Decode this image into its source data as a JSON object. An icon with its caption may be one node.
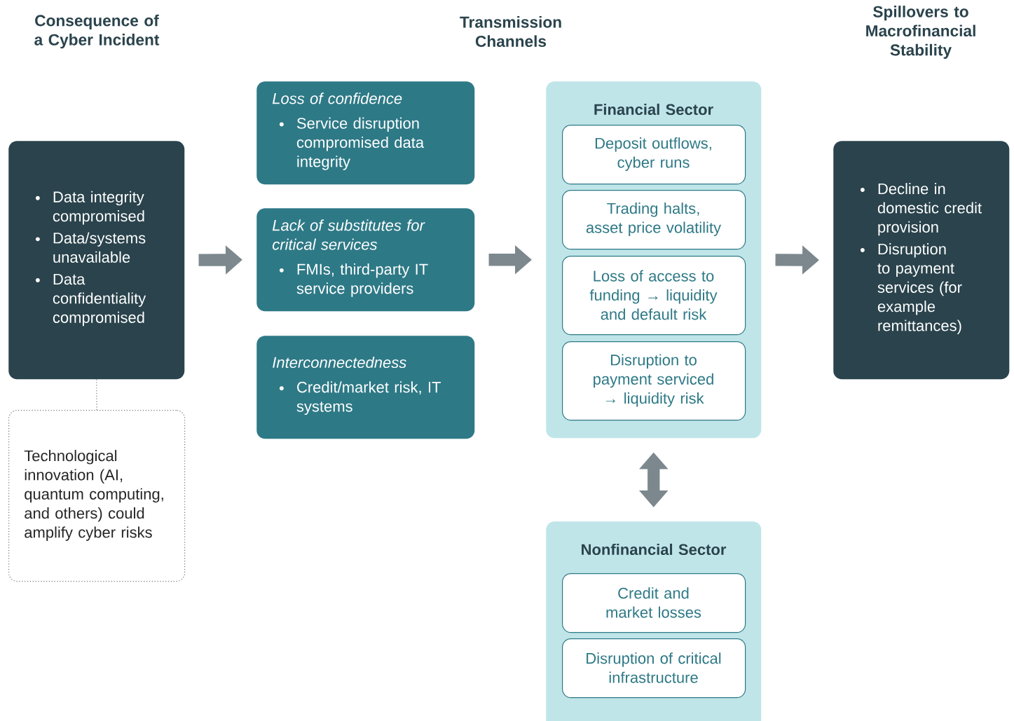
{
  "diagram": {
    "nodes": [
      {
        "text": [
          "Data integrity compromised",
          "Data/systems unavailable",
          "Data confidentiality compromised"
        ]
      },
      {
        "text": [
          "Technological innovation (AI, quantum computing, and others) could amplify cyber risks"
        ]
      },
      {
        "text": [
          "Loss of confidence",
          "Service disruption compromised data integrity"
        ]
      },
      {
        "text": [
          "Lack of substitutes for critical services",
          "FMIs, third-party IT service providers"
        ]
      },
      {
        "text": [
          "Interconnectedness",
          "Credit/market risk, IT systems"
        ]
      },
      {
        "text": [
          "Financial Sector"
        ]
      },
      {
        "text": [
          "Deposit outflows, cyber runs"
        ],
        "in": 5
      },
      {
        "text": [
          "Trading halts, asset price volatility"
        ],
        "in": 5
      },
      {
        "text": [
          "Loss of access to funding → liquidity and default risk"
        ],
        "in": 5
      },
      {
        "text": [
          "Disruption to payment serviced → liquidity risk"
        ],
        "in": 5
      },
      {
        "text": [
          "Nonfinancial Sector"
        ]
      },
      {
        "text": [
          "Credit and market losses"
        ],
        "in": 10
      },
      {
        "text": [
          "Disruption of critical infrastructure"
        ],
        "in": 10
      },
      {
        "text": [
          "Decline in domestic credit provision",
          "Disruption to payment services (for example remittances)"
        ]
      }
    ],
    "edges": [
      {
        "from": 0,
        "to": 1,
        "arrow": "none",
        "style": "dashed",
        "color": "#6d7478"
      },
      {
        "from": 0,
        "to": 3,
        "arrow": "to"
      },
      {
        "from": 3,
        "to": 5,
        "arrow": "to"
      },
      {
        "from": 5,
        "to": 13,
        "arrow": "to"
      },
      {
        "from": 5,
        "to": 10,
        "arrow": "both"
      }
    ],
    "labels": [
      "Consequence of a Cyber Incident",
      "Transmission Channels",
      "Spillovers to Macrofinancial Stability"
    ]
  }
}
